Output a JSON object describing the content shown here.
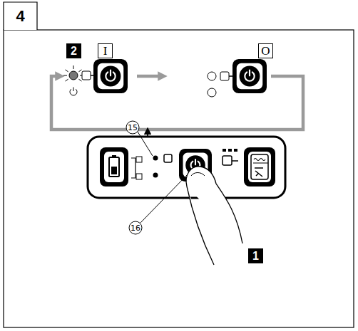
{
  "diagram": {
    "nodes": [
      {
        "text": [
          "4"
        ]
      },
      {
        "text": [
          "2"
        ]
      },
      {
        "text": [
          "I"
        ]
      },
      {
        "text": [
          "O"
        ]
      },
      {
        "text": [
          "1"
        ]
      }
    ],
    "labels": [
      "15",
      "16"
    ]
  }
}
